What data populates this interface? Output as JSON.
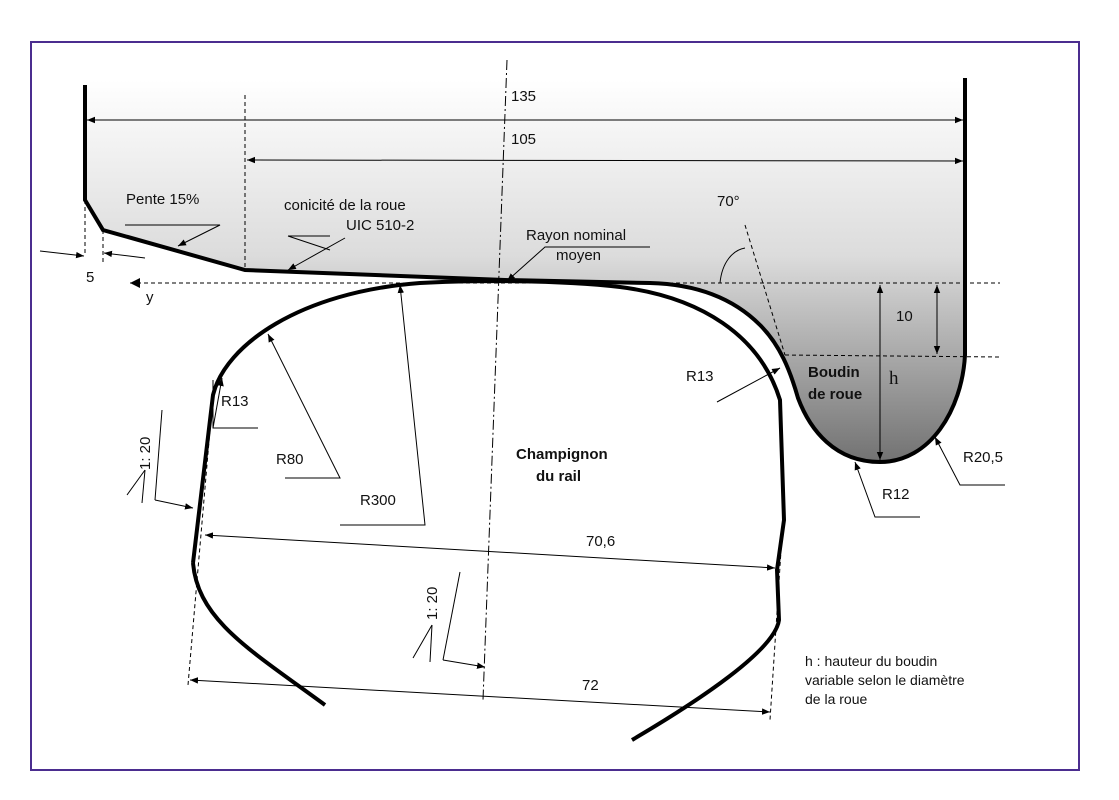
{
  "labels": {
    "dim_135": "135",
    "dim_105": "105",
    "pente": "Pente 15%",
    "conicite_1": "conicité de la roue",
    "conicite_2": "UIC 510-2",
    "rayon_1": "Rayon nominal",
    "rayon_2": "moyen",
    "angle": "70°",
    "dim_5": "5",
    "axis_y": "y",
    "dim_10": "10",
    "h": "h",
    "boudin_1": "Boudin",
    "boudin_2": "de roue",
    "r13_right": "R13",
    "r13_left": "R13",
    "r80": "R80",
    "r300": "R300",
    "r12": "R12",
    "r20_5": "R20,5",
    "champignon_1": "Champignon",
    "champignon_2": "du rail",
    "dim_70_6": "70,6",
    "dim_72": "72",
    "incl_left": "1: 20",
    "incl_center": "1: 20",
    "note_1": "h :  hauteur  du  boudin",
    "note_2": "variable selon le diamètre",
    "note_3": "de la roue"
  },
  "colors": {
    "frame": "#4b2d8f",
    "gradient_top": "#ffffff",
    "gradient_bottom": "#7a7a7a"
  }
}
